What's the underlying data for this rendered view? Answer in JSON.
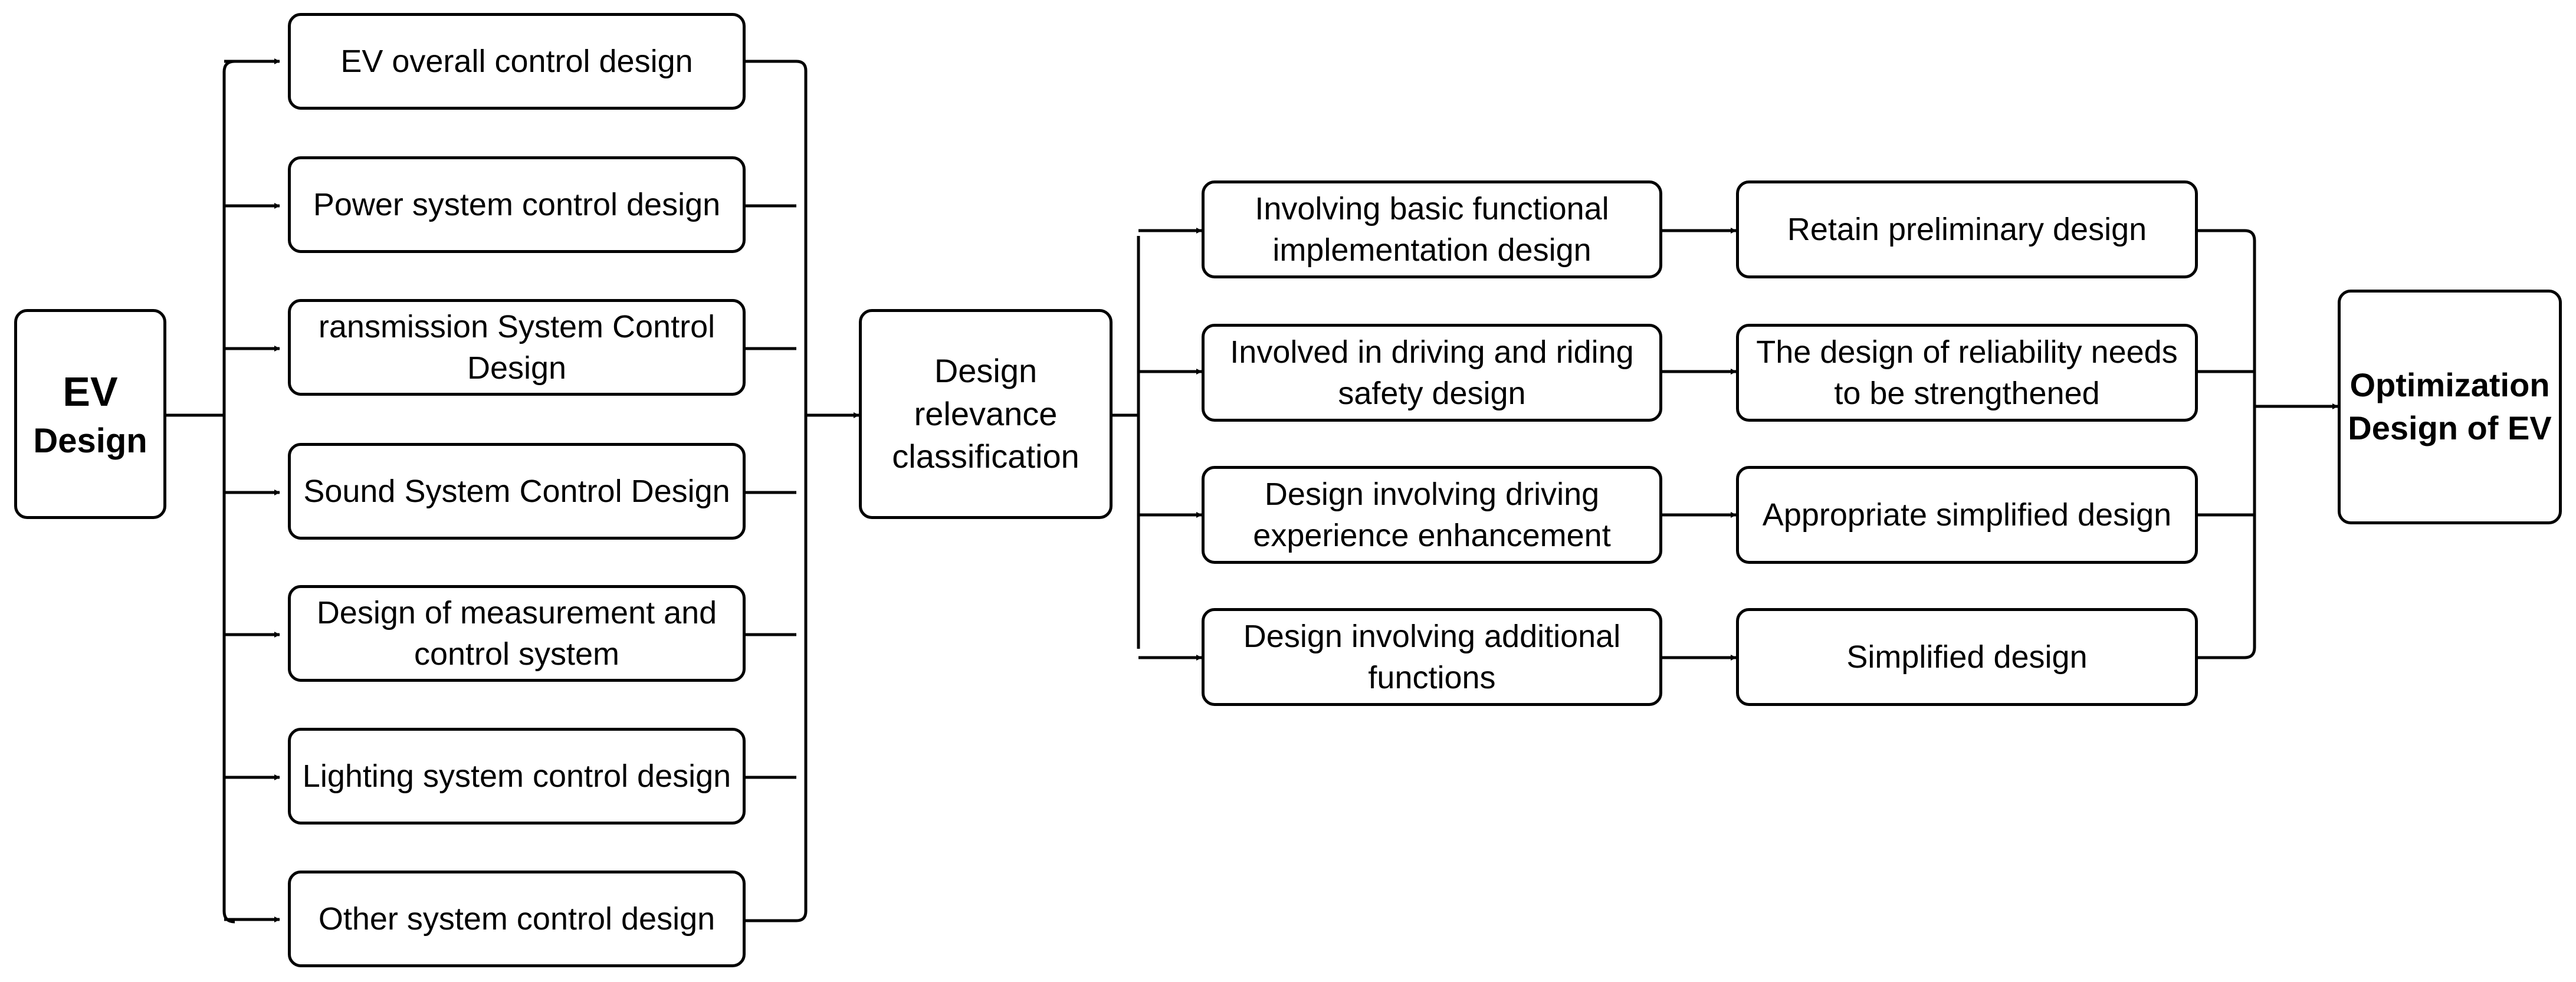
{
  "start": {
    "line1": "EV",
    "line2": "Design"
  },
  "subsystems": [
    {
      "line1": "EV overall control design",
      "line2": ""
    },
    {
      "line1": "Power system control design",
      "line2": ""
    },
    {
      "line1": "ransmission System Control",
      "line2": "Design"
    },
    {
      "line1": "Sound System Control Design",
      "line2": ""
    },
    {
      "line1": "Design of measurement and",
      "line2": "control system"
    },
    {
      "line1": "Lighting system control design",
      "line2": ""
    },
    {
      "line1": "Other system control design",
      "line2": ""
    }
  ],
  "classification": {
    "line1": "Design relevance",
    "line2": "classification"
  },
  "categories": [
    {
      "line1": "Involving basic functional",
      "line2": "implementation design"
    },
    {
      "line1": "Involved in driving and riding",
      "line2": "safety design"
    },
    {
      "line1": "Design involving driving",
      "line2": "experience enhancement"
    },
    {
      "line1": "Design involving additional",
      "line2": "functions"
    }
  ],
  "actions": [
    {
      "line1": "Retain preliminary design",
      "line2": ""
    },
    {
      "line1": "The design of reliability needs",
      "line2": "to be strengthened"
    },
    {
      "line1": "Appropriate simplified design",
      "line2": ""
    },
    {
      "line1": "Simplified design",
      "line2": ""
    }
  ],
  "result": {
    "line1": "Optimization",
    "line2": "Design of EV"
  }
}
